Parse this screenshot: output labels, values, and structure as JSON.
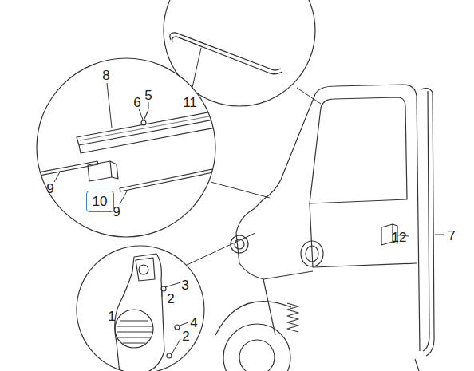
{
  "diagram": {
    "nodes": [
      {
        "text": [
          "10"
        ]
      }
    ],
    "labels": [
      "11",
      "8",
      "6",
      "5",
      "9",
      "9",
      "1",
      "2",
      "3",
      "4",
      "2",
      "12",
      "7"
    ]
  }
}
